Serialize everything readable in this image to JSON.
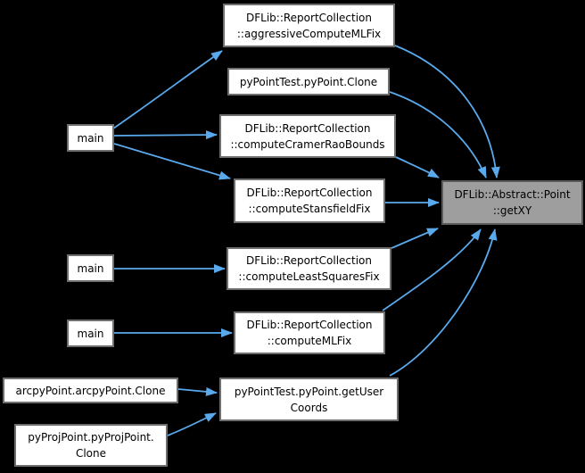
{
  "graph": {
    "type": "caller-graph",
    "colors": {
      "background": "#000000",
      "edge": "#5aa9ec",
      "node_fill": "#ffffff",
      "node_border": "#6e6e6e",
      "highlight_fill": "#9e9e9e",
      "highlight_border": "#5a5a5a",
      "text": "#000000"
    },
    "nodes": [
      {
        "id": "main-1",
        "label": "main",
        "highlighted": false
      },
      {
        "id": "aggressive-compute-mlfix",
        "label": "DFLib::ReportCollection\n::aggressiveComputeMLFix",
        "highlighted": false
      },
      {
        "id": "pypoint-clone",
        "label": "pyPointTest.pyPoint.Clone",
        "highlighted": false
      },
      {
        "id": "compute-cramer-rao-bounds",
        "label": "DFLib::ReportCollection\n::computeCramerRaoBounds",
        "highlighted": false
      },
      {
        "id": "compute-stansfield-fix",
        "label": "DFLib::ReportCollection\n::computeStansfieldFix",
        "highlighted": false
      },
      {
        "id": "main-2",
        "label": "main",
        "highlighted": false
      },
      {
        "id": "compute-least-squares-fix",
        "label": "DFLib::ReportCollection\n::computeLeastSquaresFix",
        "highlighted": false
      },
      {
        "id": "main-3",
        "label": "main",
        "highlighted": false
      },
      {
        "id": "compute-mlfix",
        "label": "DFLib::ReportCollection\n::computeMLFix",
        "highlighted": false
      },
      {
        "id": "arcpy-clone",
        "label": "arcpyPoint.arcpyPoint.Clone",
        "highlighted": false
      },
      {
        "id": "get-user-coords",
        "label": "pyPointTest.pyPoint.getUser\nCoords",
        "highlighted": false
      },
      {
        "id": "pyproj-clone",
        "label": "pyProjPoint.pyProjPoint.\nClone",
        "highlighted": false
      },
      {
        "id": "getxy",
        "label": "DFLib::Abstract::Point\n::getXY",
        "highlighted": true
      }
    ],
    "edges": [
      {
        "from": "main-1",
        "to": "aggressive-compute-mlfix"
      },
      {
        "from": "main-1",
        "to": "compute-cramer-rao-bounds"
      },
      {
        "from": "main-1",
        "to": "compute-stansfield-fix"
      },
      {
        "from": "main-2",
        "to": "compute-least-squares-fix"
      },
      {
        "from": "main-3",
        "to": "compute-mlfix"
      },
      {
        "from": "arcpy-clone",
        "to": "get-user-coords"
      },
      {
        "from": "pyproj-clone",
        "to": "get-user-coords"
      },
      {
        "from": "aggressive-compute-mlfix",
        "to": "getxy"
      },
      {
        "from": "pypoint-clone",
        "to": "getxy"
      },
      {
        "from": "compute-cramer-rao-bounds",
        "to": "getxy"
      },
      {
        "from": "compute-stansfield-fix",
        "to": "getxy"
      },
      {
        "from": "compute-least-squares-fix",
        "to": "getxy"
      },
      {
        "from": "compute-mlfix",
        "to": "getxy"
      },
      {
        "from": "get-user-coords",
        "to": "getxy"
      }
    ]
  }
}
